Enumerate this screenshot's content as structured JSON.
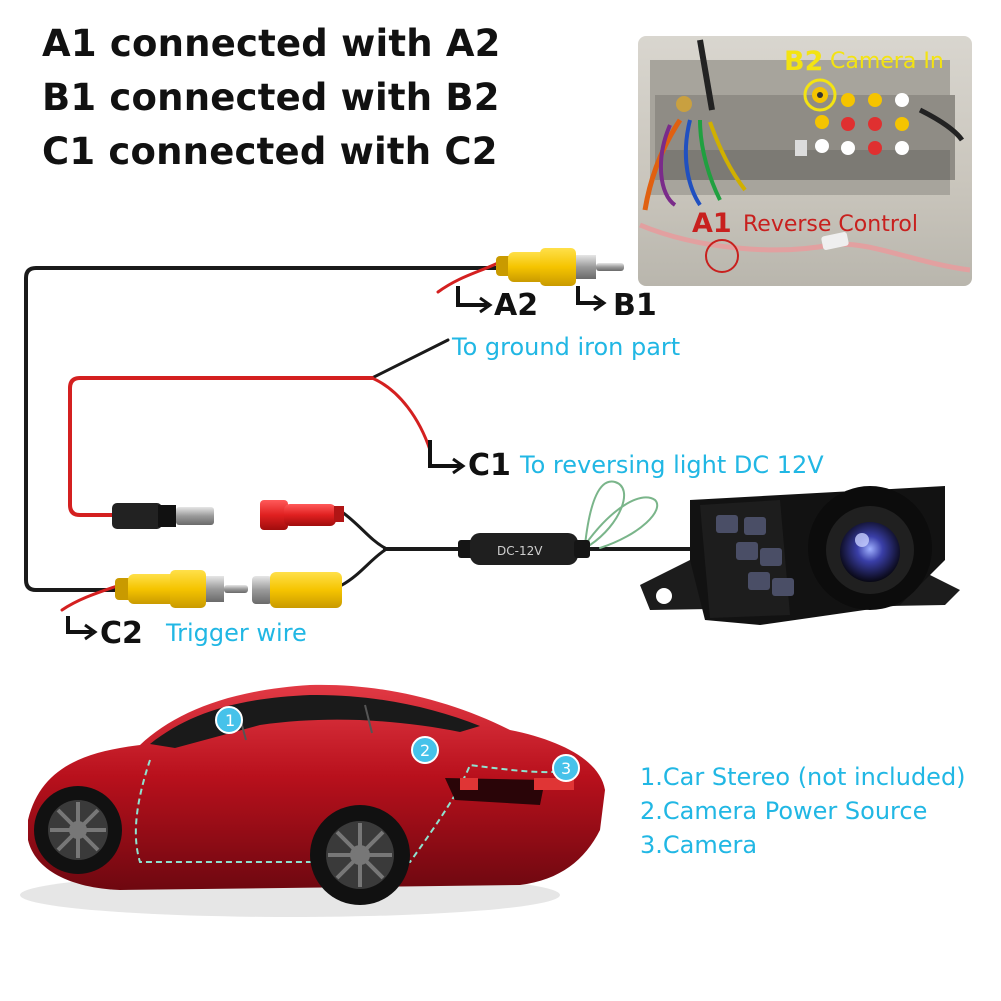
{
  "headings": [
    "A1 connected with A2",
    "B1 connected with B2",
    "C1 connected with C2"
  ],
  "photo": {
    "b2_tag": "B2",
    "b2_text": "Camera In",
    "a1_tag": "A1",
    "a1_text": "Reverse Control"
  },
  "labels": {
    "a2": "A2",
    "b1": "B1",
    "c1": "C1",
    "c2": "C2",
    "ground": "To ground iron part",
    "reversing": "To reversing light DC 12V",
    "trigger": "Trigger wire",
    "box": "DC-12V"
  },
  "markers": [
    "1",
    "2",
    "3"
  ],
  "legend": [
    "1.Car Stereo (not included)",
    "2.Camera Power Source",
    "3.Camera"
  ],
  "colors": {
    "cyan": "#21b7e4",
    "yellow": "#f5c400",
    "red_wire": "#d42020",
    "car_red": "#b8101c"
  }
}
